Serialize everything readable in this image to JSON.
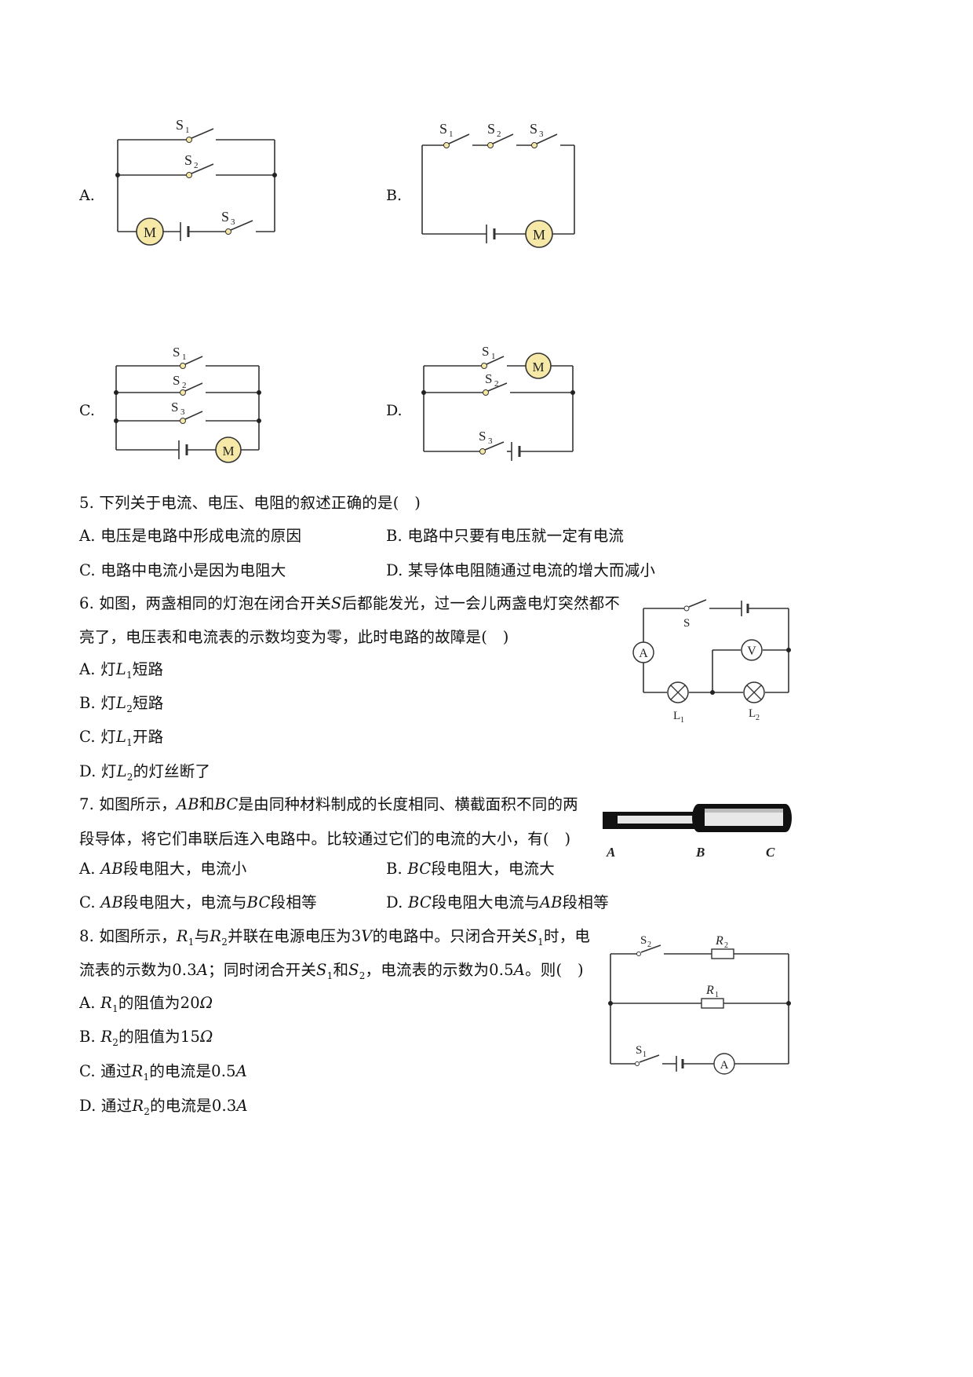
{
  "q4_options": {
    "a_label": "A.",
    "b_label": "B.",
    "c_label": "C.",
    "d_label": "D."
  },
  "circuit_labels": {
    "s1": "S",
    "s2": "S",
    "s3": "S",
    "sub1": "1",
    "sub2": "2",
    "sub3": "3",
    "motor": "M"
  },
  "q5": {
    "stem": "5. 下列关于电流、电压、电阻的叙述正确的是(　)",
    "a": "A. 电压是电路中形成电流的原因",
    "b": "B. 电路中只要有电压就一定有电流",
    "c": "C. 电路中电流小是因为电阻大",
    "d": "D. 某导体电阻随通过电流的增大而减小"
  },
  "q6": {
    "stem_line1_pre": "6. 如图，两盏相同的灯泡在闭合开关",
    "stem_line1_math": "S",
    "stem_line1_post": "后都能发光，过一会儿两盏电灯突然都不",
    "stem_line2": "亮了，电压表和电流表的示数均变为零，此时电路的故障是(　)",
    "a_pre": "A. 灯",
    "a_post": "短路",
    "b_pre": "B. 灯",
    "b_post": "短路",
    "c_pre": "C. 灯",
    "c_post": "开路",
    "d_pre": "D. 灯",
    "d_post": "的灯丝断了",
    "L": "L",
    "sub1": "1",
    "sub2": "2",
    "fig": {
      "s": "S",
      "a": "A",
      "v": "V",
      "l": "L",
      "sub1": "1",
      "sub2": "2"
    }
  },
  "q7": {
    "stem_line1_pre": "7. 如图所示，",
    "ab": "AB",
    "he": "和",
    "bc": "BC",
    "stem_line1_post": "是由同种材料制成的长度相同、横截面积不同的两",
    "stem_line2": "段导体，将它们串联后连入电路中。比较通过它们的电流的大小，有(　)",
    "a_pre": "A. ",
    "a_post": "段电阻大，电流小",
    "b_pre": "B. ",
    "b_post": "段电阻大，电流大",
    "c_pre": "C. ",
    "c_mid": "段电阻大，电流与",
    "c_post": "段相等",
    "d_pre": "D. ",
    "d_mid": "段电阻大电流与",
    "d_post": "段相等",
    "fig": {
      "a": "A",
      "b": "B",
      "c": "C"
    }
  },
  "q8": {
    "l1_pre": "8. 如图所示，",
    "R": "R",
    "S": "S",
    "sub1": "1",
    "sub2": "2",
    "l1_mid": "与",
    "l1_mid2": "并联在电源电压为",
    "l1_volt": "3",
    "l1_unit_v": "V",
    "l1_post": "的电路中。只闭合开关",
    "l1_end": "时，电",
    "l2_pre": "流表的示数为",
    "l2_val1": "0.3",
    "unit_a": "A",
    "l2_mid": "；同时闭合开关",
    "l2_and": "和",
    "l2_mid2": "，电流表的示数为",
    "l2_val2": "0.5",
    "l2_post": "。则(　)",
    "a_pre": "A. ",
    "a_mid": "的阻值为",
    "a_val": "20",
    "omega": "Ω",
    "b_pre": "B. ",
    "b_mid": "的阻值为",
    "b_val": "15",
    "c_pre": "C. 通过",
    "c_mid": "的电流是",
    "c_val": "0.5",
    "d_pre": "D. 通过",
    "d_mid": "的电流是",
    "d_val": "0.3",
    "fig": {
      "s": "S",
      "r": "R",
      "a": "A",
      "sub1": "1",
      "sub2": "2"
    }
  }
}
